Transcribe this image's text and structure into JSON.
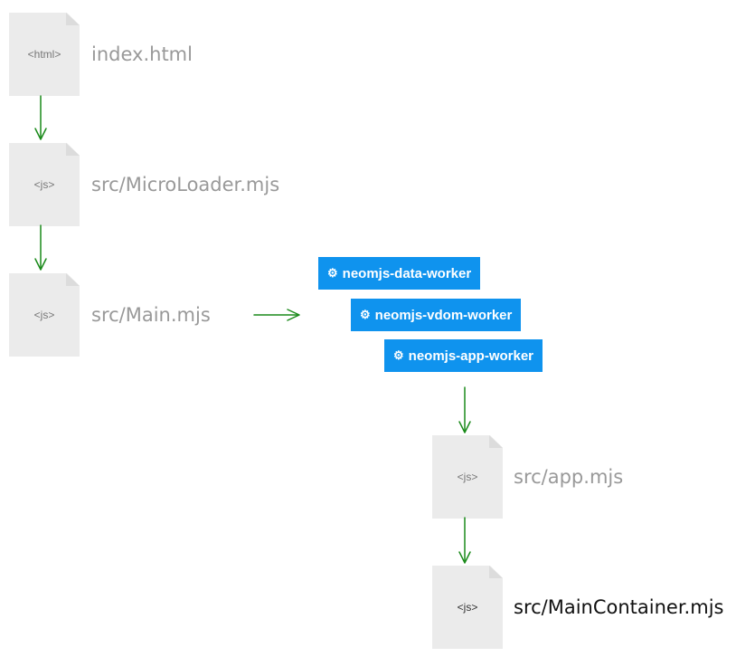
{
  "files": [
    {
      "id": "index",
      "tag": "<html>",
      "name": "index.html",
      "icon": "file-icon"
    },
    {
      "id": "microloader",
      "tag": "<js>",
      "name": "src/MicroLoader.mjs",
      "icon": "file-icon"
    },
    {
      "id": "main",
      "tag": "<js>",
      "name": "src/Main.mjs",
      "icon": "file-icon"
    },
    {
      "id": "app",
      "tag": "<js>",
      "name": "src/app.mjs",
      "icon": "file-icon"
    },
    {
      "id": "maincontainer",
      "tag": "<js>",
      "name": "src/MainContainer.mjs",
      "icon": "file-icon"
    }
  ],
  "workers": [
    {
      "label": "neomjs-data-worker",
      "icon": "gear-icon"
    },
    {
      "label": "neomjs-vdom-worker",
      "icon": "gear-icon"
    },
    {
      "label": "neomjs-app-worker",
      "icon": "gear-icon"
    }
  ],
  "colors": {
    "arrow": "#1a8a1a",
    "worker_bg": "#0f93ee",
    "file_icon_bg": "#ebebeb",
    "muted_text": "#999999",
    "highlight_text": "#111111"
  }
}
